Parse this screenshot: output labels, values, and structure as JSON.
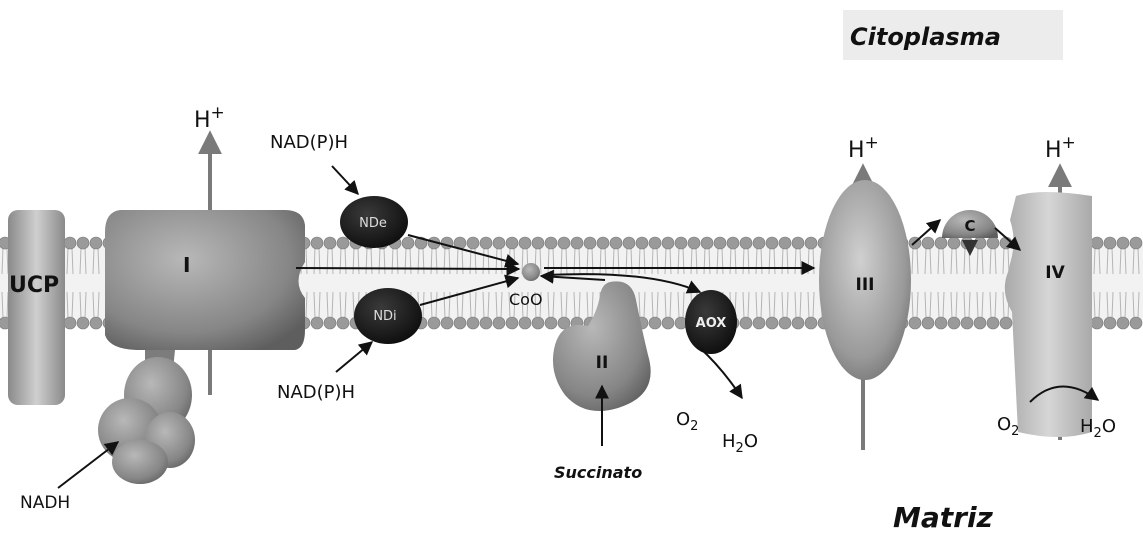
{
  "regions": {
    "cytoplasm": "Citoplasma",
    "matrix": "Matriz"
  },
  "complexes": {
    "ucp": "UCP",
    "complex_i": "I",
    "nde": "NDe",
    "ndi": "NDi",
    "complex_ii": "II",
    "aox": "AOX",
    "complex_iii": "III",
    "cyt_c": "C",
    "complex_iv": "IV"
  },
  "labels": {
    "h_plus_1": "H",
    "h_plus_2": "H",
    "h_plus_3": "H",
    "plus": "+",
    "nadph_top": "NAD(P)H",
    "nadph_bottom": "NAD(P)H",
    "nadh": "NADH",
    "coq": "CoO",
    "succinate": "Succinato",
    "o2_aox": "O",
    "h2o_aox_h": "H",
    "h2o_aox_o": "O",
    "o2_iv": "O",
    "h2o_iv_h": "H",
    "h2o_iv_o": "O",
    "sub2": "2"
  },
  "colors": {
    "protein": "#8e8e8e",
    "protein_dark": "#5f5f5f",
    "enzyme_black": "#151515",
    "lipid_head": "#9a9a9a",
    "complex_iv": "#c2c2c2"
  }
}
